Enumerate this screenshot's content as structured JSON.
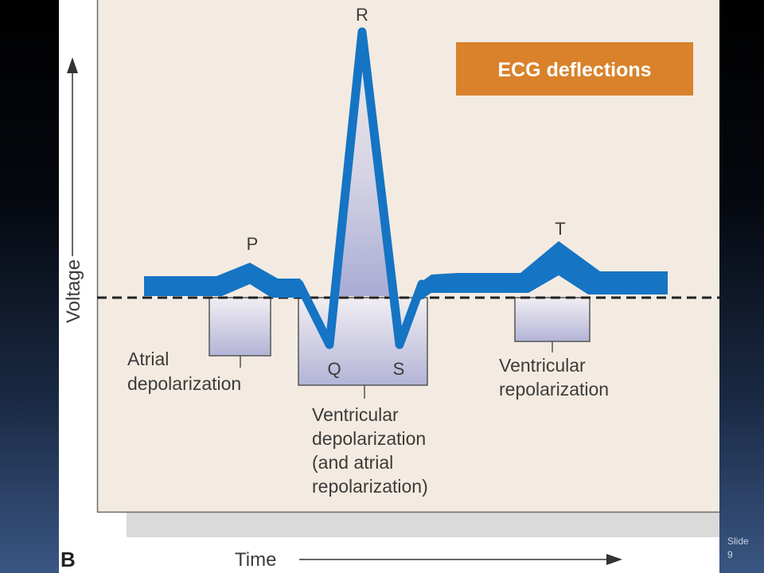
{
  "slide": {
    "number_label": "Slide 9"
  },
  "figure": {
    "panel_letter": "B",
    "title_box": "ECG deflections",
    "axis_y_label": "Voltage",
    "axis_x_label": "Time",
    "waves": {
      "P": "P",
      "Q": "Q",
      "R": "R",
      "S": "S",
      "T": "T"
    },
    "annotations": {
      "atrial_depolarization": [
        "Atrial",
        "depolarization"
      ],
      "ventricular_depolarization": [
        "Ventricular",
        "depolarization",
        "(and atrial",
        "repolarization)"
      ],
      "ventricular_repolarization": [
        "Ventricular",
        "repolarization"
      ]
    },
    "colors": {
      "panel_bg": "#f3ebe1",
      "trace": "#1574c4",
      "title_box": "#d9822b",
      "box_fill_top": "#f1eef2",
      "box_fill_bottom": "#b3b4d7"
    }
  }
}
